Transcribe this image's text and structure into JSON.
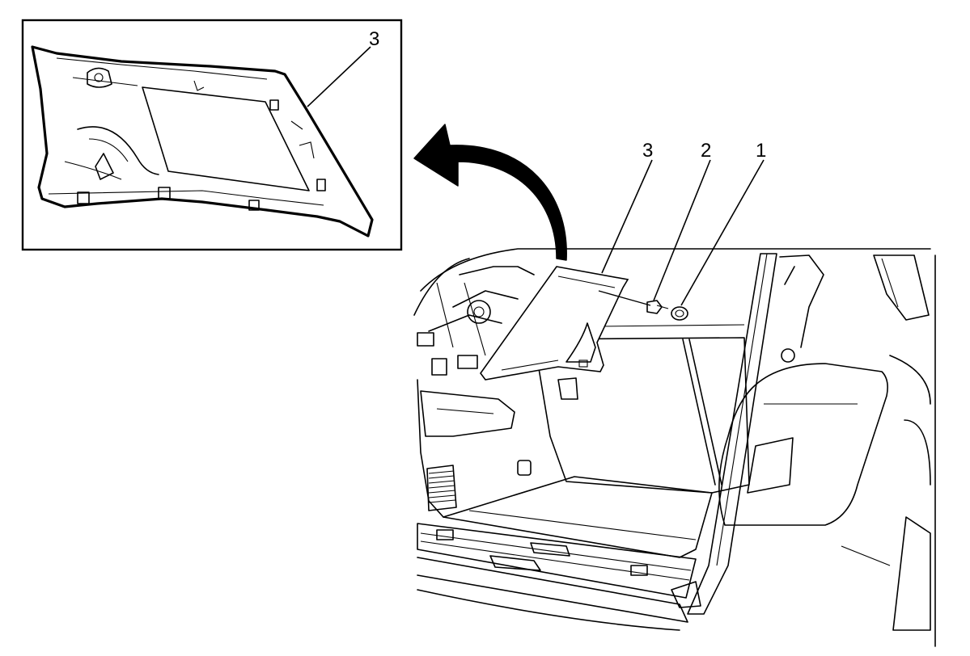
{
  "callouts": {
    "inset_label": "3",
    "label_1": "1",
    "label_2": "2",
    "label_3": "3"
  }
}
